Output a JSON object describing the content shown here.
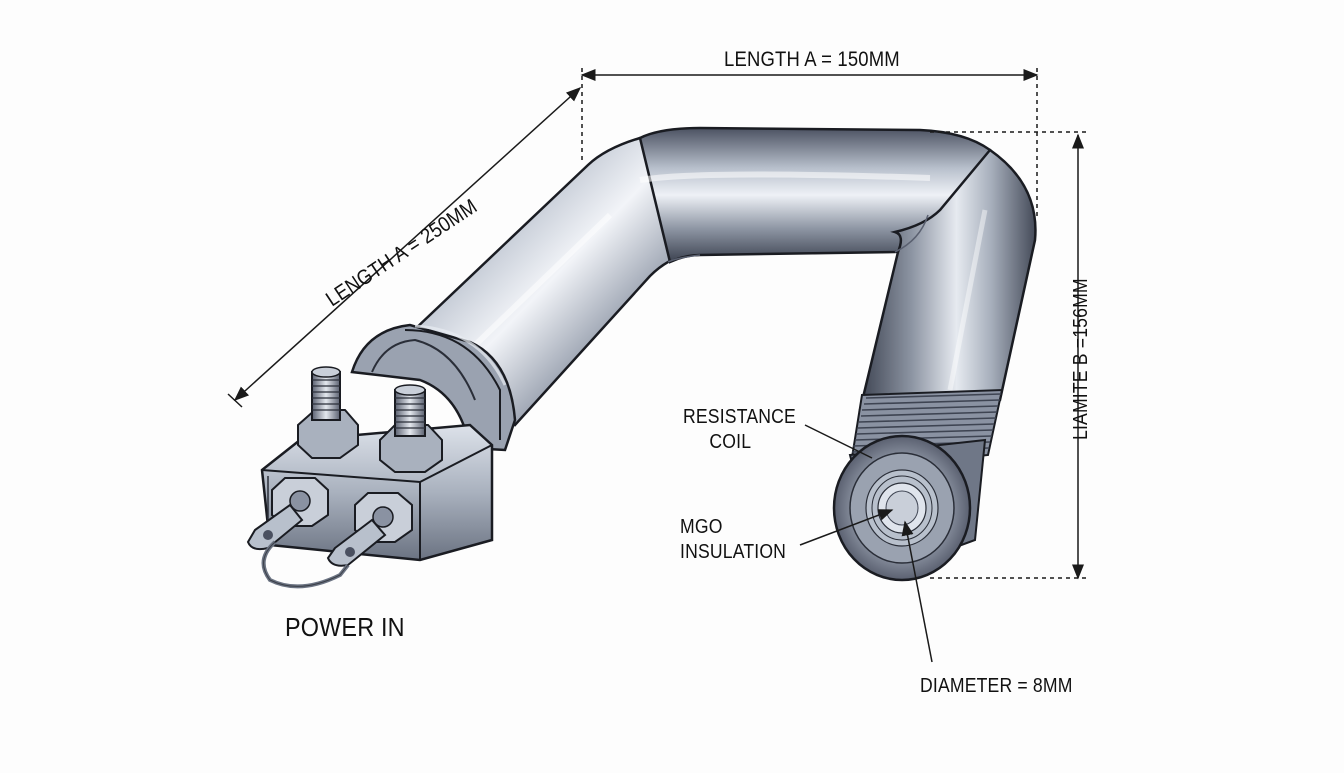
{
  "labels": {
    "length_top": "LENGTH A = 150MM",
    "length_diag": "LENGTH A = 250MM",
    "length_right": "LIAMITE B =156MM",
    "resistance_line1": "RESISTANCE",
    "resistance_line2": "COIL",
    "mgo_line1": "MGO",
    "mgo_line2": "INSULATION",
    "diameter": "DIAMETER = 8MM",
    "power_in": "POWER IN"
  },
  "colors": {
    "tube_dark": "#4a5060",
    "tube_mid": "#8a92a2",
    "tube_light": "#e8ecf2",
    "outline": "#1a1c22",
    "dimension": "#1a1a1a"
  }
}
